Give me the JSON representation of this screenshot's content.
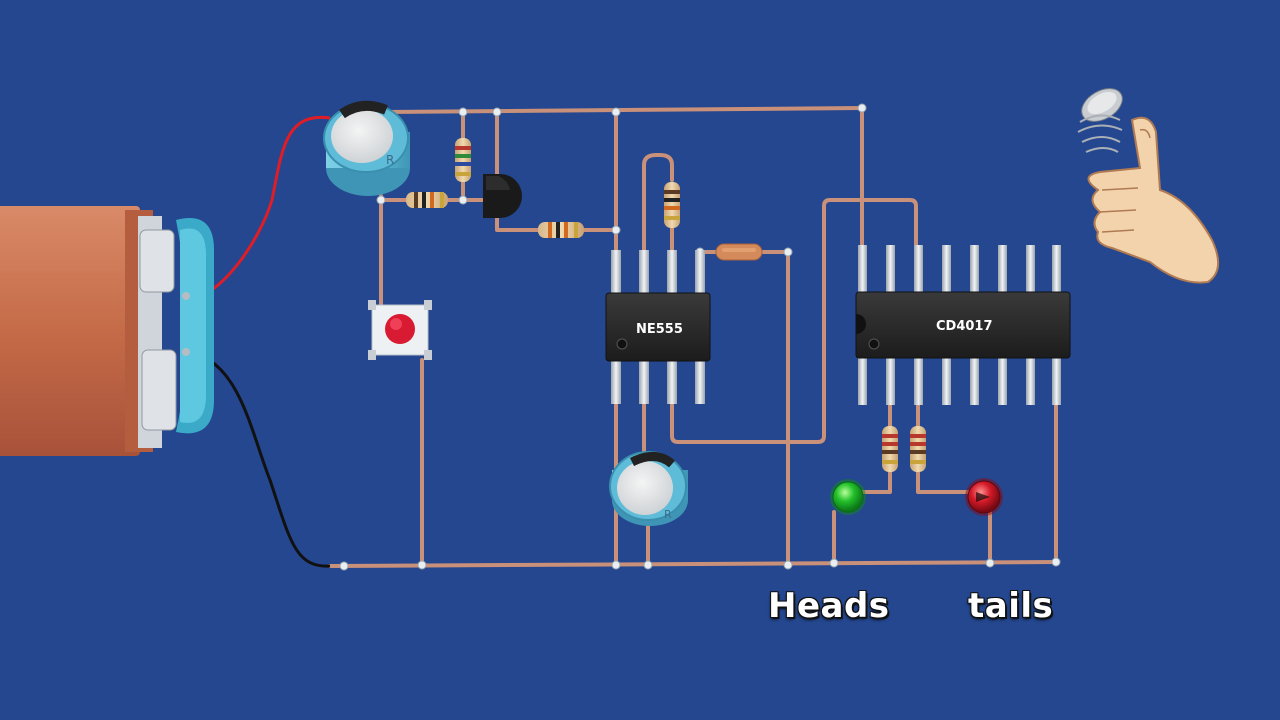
{
  "diagram": {
    "ic_555_label": "NE555",
    "ic_4017_label": "CD4017",
    "cap_top_mark": "R",
    "cap_bottom_mark": "R"
  },
  "labels": {
    "heads": "Heads",
    "tails": "tails"
  },
  "colors": {
    "background": "#24478f",
    "wire": "#c9907a",
    "battery": "#c9704f",
    "led_green": "#22c02a",
    "led_red": "#d41a28",
    "button": "#d81a33"
  }
}
